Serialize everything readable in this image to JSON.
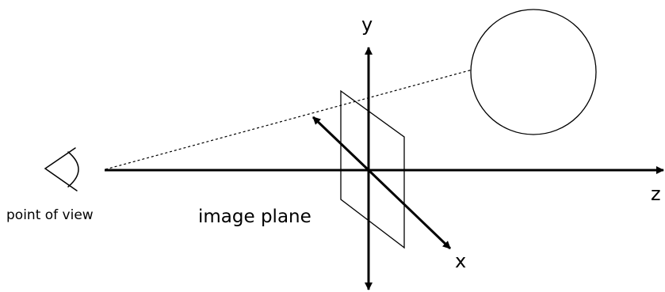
{
  "labels": {
    "y_axis": "y",
    "z_axis": "z",
    "x_axis": "x",
    "image_plane": "image plane",
    "point_of_view": "point of view"
  },
  "colors": {
    "line": "#000000",
    "background": "#ffffff"
  },
  "icons": {
    "eye": "eye-icon"
  }
}
